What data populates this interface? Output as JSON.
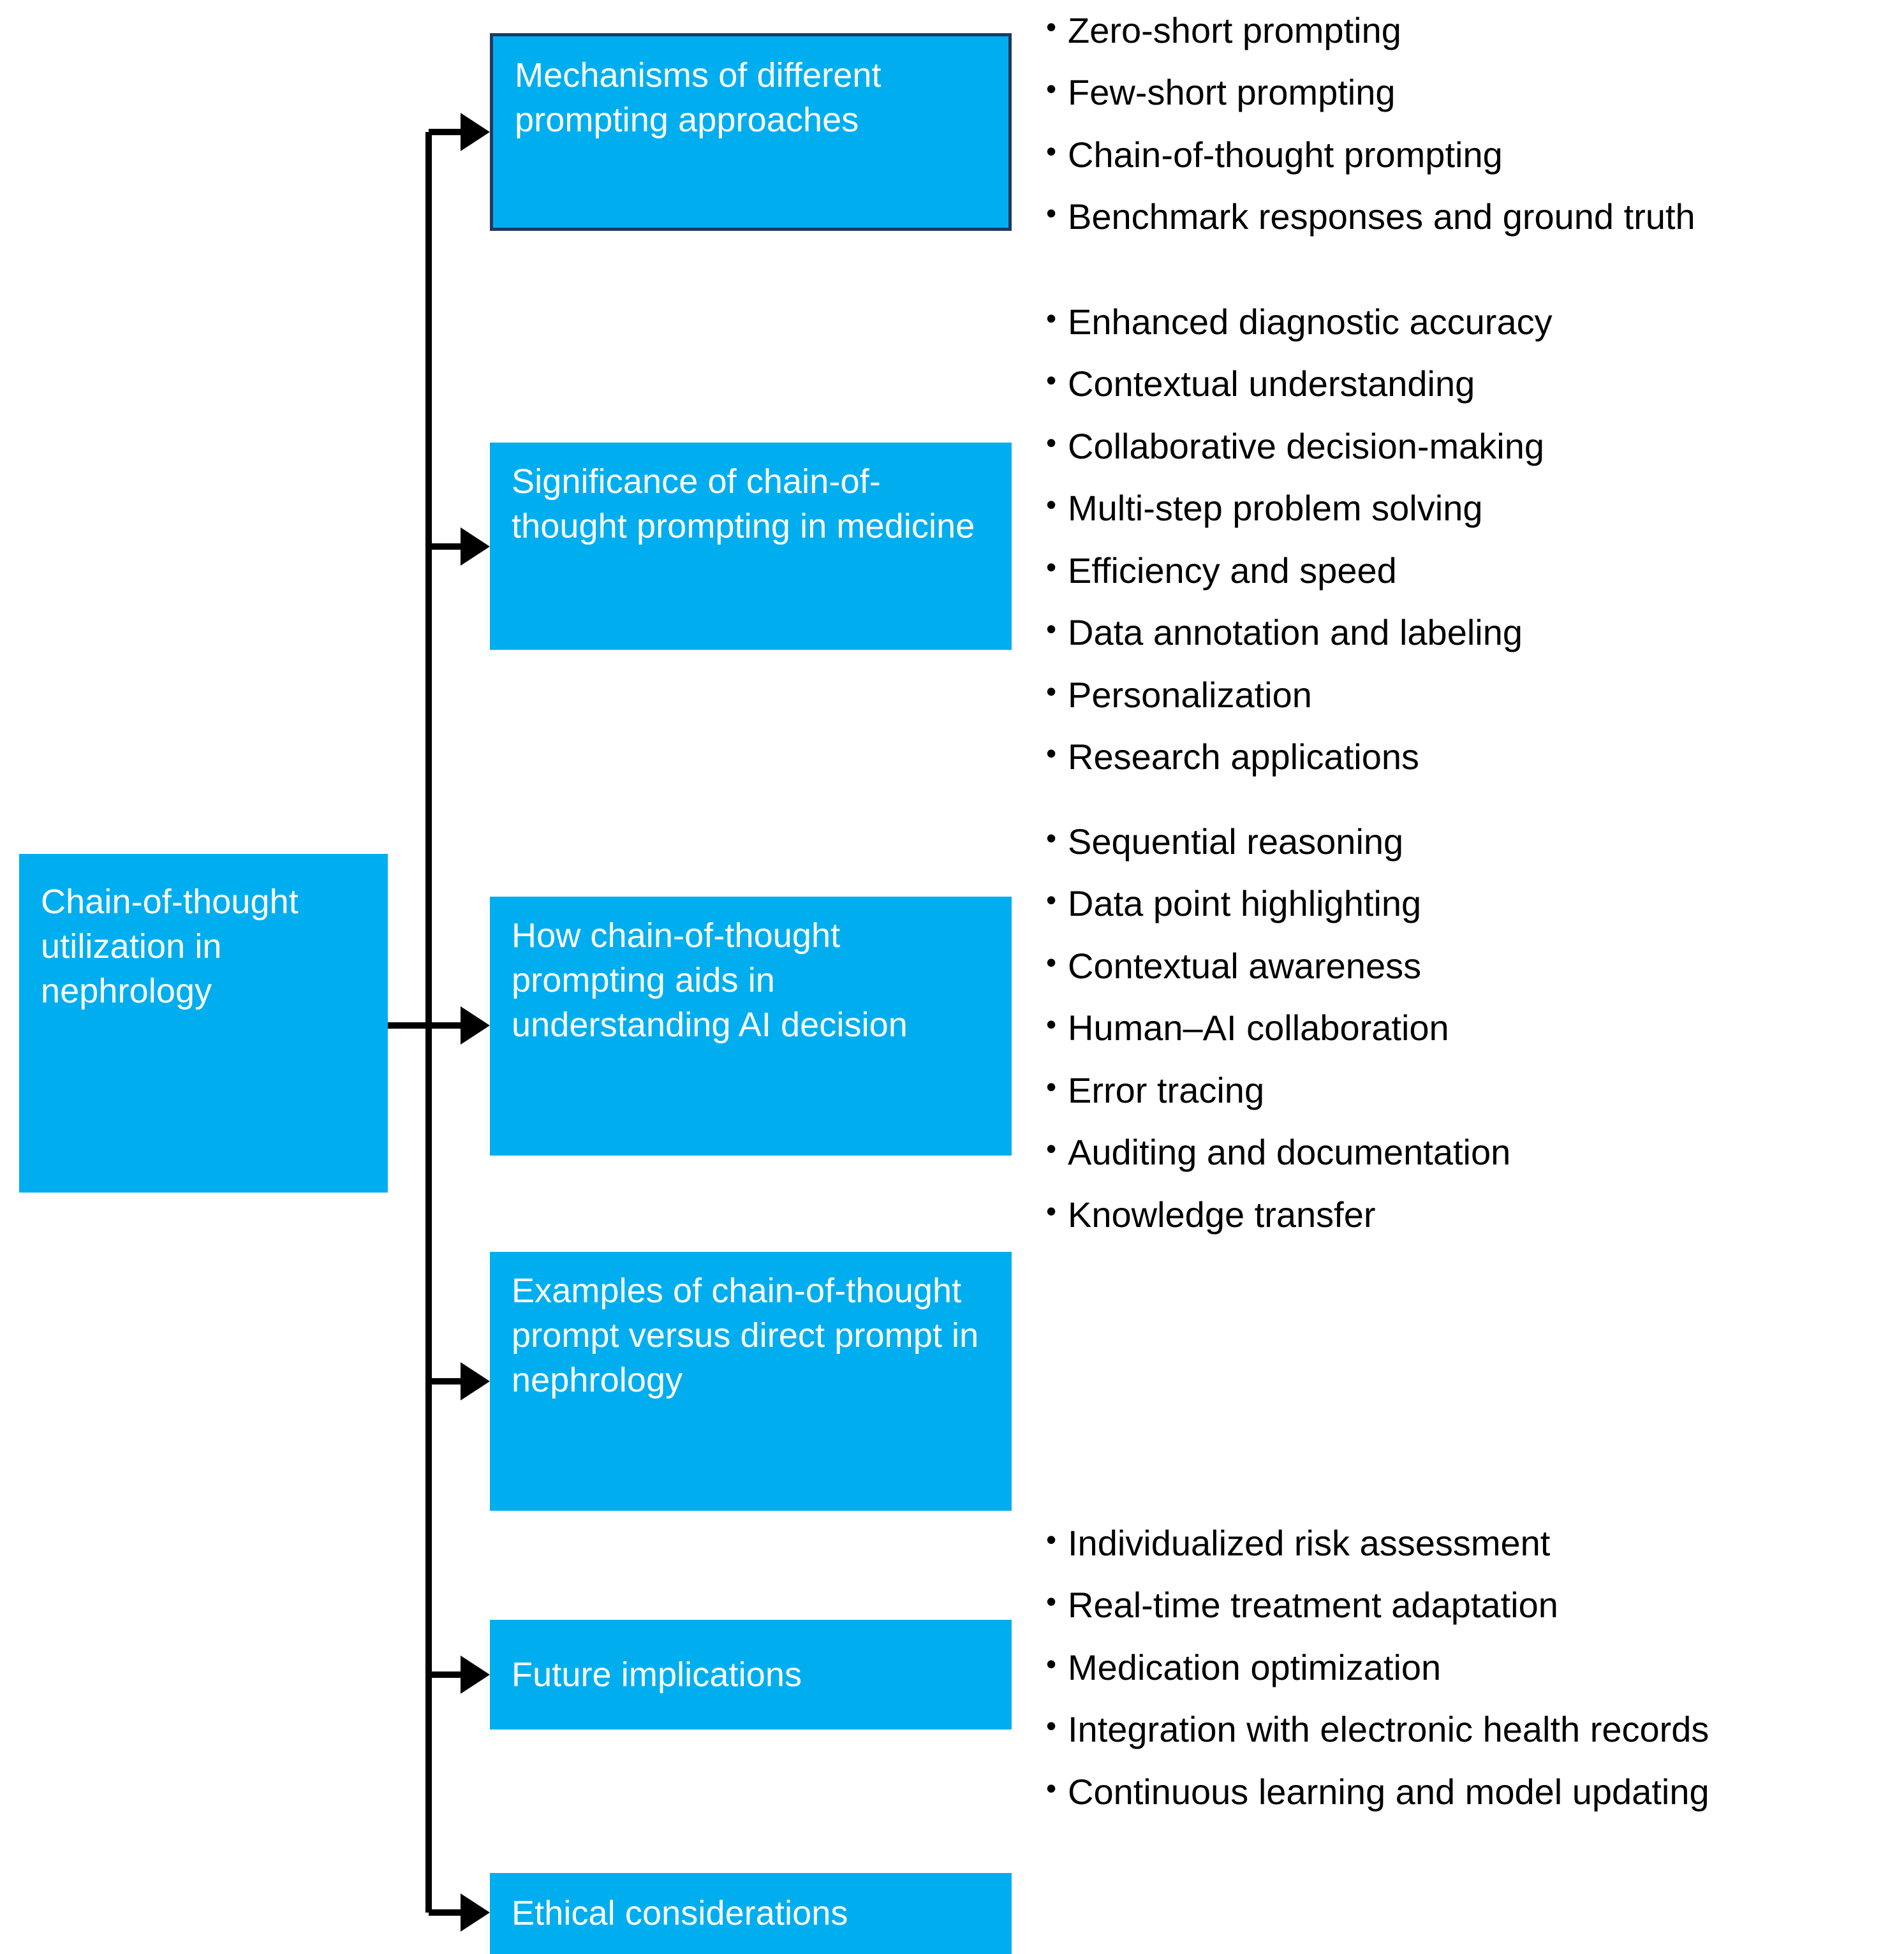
{
  "title": "Chain-of-thought utilization in nephrology",
  "colors": {
    "accent": "#00AEEF",
    "node_border": "#1F3864",
    "connector": "#000000",
    "node_text": "#FFFFFF",
    "bullet_text": "#000000",
    "background": "#FFFFFF"
  },
  "root": {
    "label": "Chain-of-thought utilization in nephrology"
  },
  "nodes": [
    {
      "id": "mechanisms",
      "label": "Mechanisms of different prompting approaches"
    },
    {
      "id": "significance",
      "label": "Significance of chain-of-thought prompting in medicine"
    },
    {
      "id": "aids",
      "label": "How chain-of-thought prompting aids in understanding AI decision"
    },
    {
      "id": "examples",
      "label": "Examples of chain-of-thought prompt versus direct prompt in nephrology"
    },
    {
      "id": "future",
      "label": "Future implications"
    },
    {
      "id": "ethical",
      "label": "Ethical considerations"
    }
  ],
  "bullet_groups": [
    {
      "for_node": "mechanisms",
      "items": [
        "Zero-short prompting",
        "Few-short prompting",
        "Chain-of-thought prompting",
        "Benchmark responses and ground truth"
      ]
    },
    {
      "for_node": "significance",
      "items": [
        "Enhanced diagnostic accuracy",
        "Contextual understanding",
        "Collaborative decision-making",
        "Multi-step problem solving",
        "Efficiency and speed",
        "Data annotation and labeling",
        "Personalization",
        "Research applications"
      ]
    },
    {
      "for_node": "aids",
      "items": [
        "Sequential reasoning",
        "Data point highlighting",
        "Contextual awareness",
        "Human–AI collaboration",
        "Error tracing",
        "Auditing and documentation",
        "Knowledge transfer"
      ]
    },
    {
      "for_node": "future",
      "items": [
        "Individualized risk assessment",
        "Real-time treatment adaptation",
        "Medication optimization",
        "Integration with electronic health records",
        "Continuous learning and model updating"
      ]
    }
  ],
  "bullet_marker": "•"
}
